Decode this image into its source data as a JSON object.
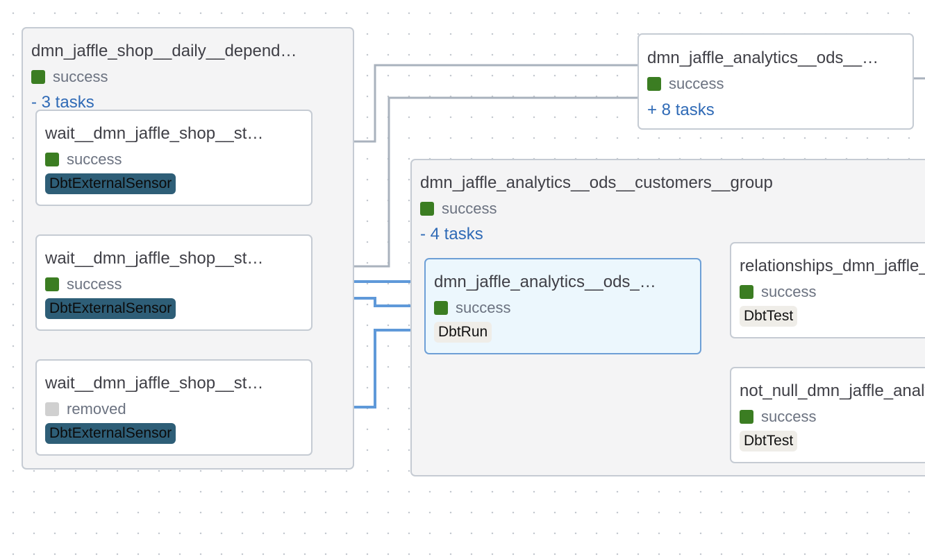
{
  "groups": {
    "shop_group": {
      "title": "dmn_jaffle_shop__daily__depend…",
      "status": "success",
      "tasks": "- 3 tasks"
    },
    "analytics_group": {
      "title": "dmn_jaffle_analytics__ods__…",
      "status": "success",
      "tasks": "+ 8 tasks"
    },
    "customers_group": {
      "title": "dmn_jaffle_analytics__ods__customers__group",
      "status": "success",
      "tasks": "- 4 tasks"
    }
  },
  "nodes": {
    "wait_1": {
      "title": "wait__dmn_jaffle_shop__st…",
      "status": "success",
      "operator": "DbtExternalSensor"
    },
    "wait_2": {
      "title": "wait__dmn_jaffle_shop__st…",
      "status": "success",
      "operator": "DbtExternalSensor"
    },
    "wait_3": {
      "title": "wait__dmn_jaffle_shop__st…",
      "status": "removed",
      "operator": "DbtExternalSensor"
    },
    "ods_run": {
      "title": "dmn_jaffle_analytics__ods_…",
      "status": "success",
      "operator": "DbtRun"
    },
    "relationships_test": {
      "title": "relationships_dmn_jaffle_analytics",
      "status": "success",
      "operator": "DbtTest"
    },
    "not_null_test": {
      "title": "not_null_dmn_jaffle_analytics",
      "status": "success",
      "operator": "DbtTest"
    }
  },
  "colors": {
    "success": "#3b7d22",
    "removed": "#d0d0d0",
    "edge_active": "#5f99d9",
    "edge_inactive": "#a9b2bd",
    "tasks_link": "#2f6ab6",
    "sensor_badge": "#2e5e77",
    "selected_bg": "#ecf7fd"
  }
}
